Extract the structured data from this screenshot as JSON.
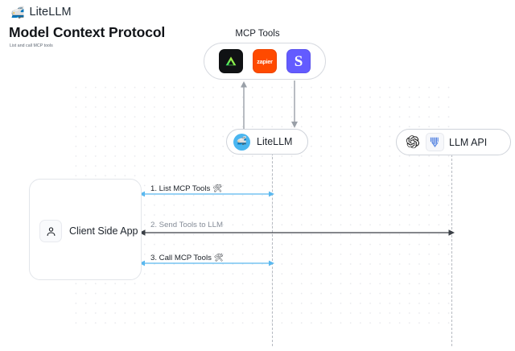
{
  "header": {
    "brand_emoji": "🚅",
    "brand_name": "LiteLLM",
    "title": "Model Context Protocol",
    "subtitle": "List and call MCP tools"
  },
  "diagram": {
    "mcp_group": {
      "label": "MCP Tools",
      "tools": [
        {
          "name": "linear-tool-icon",
          "glyph": "",
          "label": ""
        },
        {
          "name": "zapier-tool-icon",
          "glyph": "zapier",
          "label": "zapier"
        },
        {
          "name": "stripe-tool-icon",
          "glyph": "S",
          "label": "S"
        }
      ]
    },
    "nodes": [
      {
        "name": "litellm-node",
        "label": "LiteLLM",
        "icon": "🚅"
      },
      {
        "name": "llm-api-node",
        "label": "LLM API",
        "icons": [
          "openai-icon",
          "anthropic-icon"
        ]
      }
    ],
    "client": {
      "label": "Client Side App",
      "icon": "person-icon"
    },
    "messages": [
      {
        "id": 1,
        "label": "1. List MCP Tools 🛠",
        "style": "blue",
        "direction": "both"
      },
      {
        "id": 2,
        "label": "2. Send Tools to LLM",
        "style": "dark",
        "direction": "both"
      },
      {
        "id": 3,
        "label": "3. Call MCP Tools 🛠",
        "style": "blue",
        "direction": "both"
      }
    ]
  },
  "colors": {
    "accent_blue": "#5ab8ef",
    "arrow_dark": "#3a3f46",
    "lifeline": "#b6bac1",
    "zapier": "#ff4a00",
    "stripe": "#635bff",
    "linear_bg": "#101214"
  }
}
